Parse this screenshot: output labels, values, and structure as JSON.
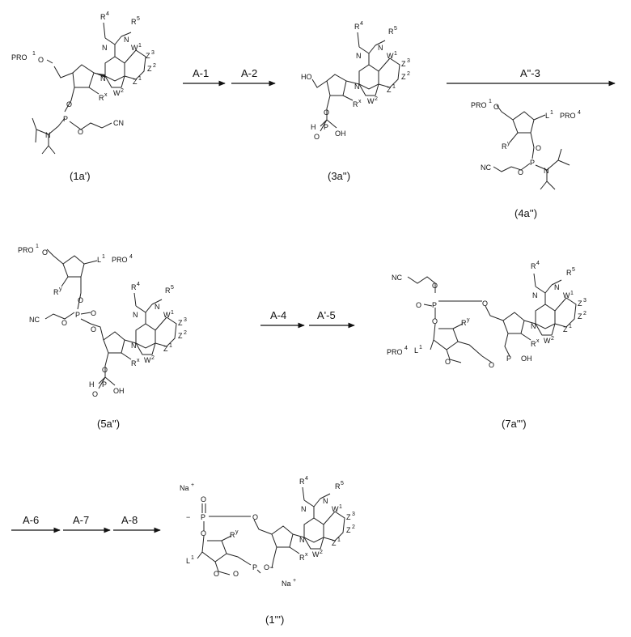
{
  "colors": {
    "ink": "#111111",
    "background": "#ffffff"
  },
  "arrows": [
    {
      "id": "row1-a",
      "steps": [
        "A-1",
        "A-2"
      ]
    },
    {
      "id": "row1-b",
      "steps": [
        "A\"-3"
      ]
    },
    {
      "id": "row2",
      "steps": [
        "A-4",
        "A'-5"
      ]
    },
    {
      "id": "row3",
      "steps": [
        "A-6",
        "A-7",
        "A-8"
      ]
    }
  ],
  "compounds": [
    {
      "id": "1a",
      "label": "(1a')",
      "atoms": {
        "pro": "PRO",
        "pro_sup": "1",
        "o5": "O",
        "r4": "R",
        "r4_sup": "4",
        "r5": "R",
        "r5_sup": "5",
        "w1": "W",
        "w1_sup": "1",
        "z3": "Z",
        "z3_sup": "3",
        "z2": "Z",
        "z2_sup": "2",
        "z1": "Z",
        "z1_sup": "1",
        "w2": "W",
        "w2_sup": "2",
        "n1": "N",
        "n2": "N",
        "n9": "N",
        "rx": "R",
        "rx_sup": "x",
        "o3": "O",
        "p": "P",
        "n": "N",
        "o": "O",
        "cn": "CN"
      }
    },
    {
      "id": "3a",
      "label": "(3a'')",
      "atoms": {
        "ho": "HO",
        "r4": "R",
        "r4_sup": "4",
        "r5": "R",
        "r5_sup": "5",
        "w1": "W",
        "w1_sup": "1",
        "z3": "Z",
        "z3_sup": "3",
        "z2": "Z",
        "z2_sup": "2",
        "z1": "Z",
        "z1_sup": "1",
        "w2": "W",
        "w2_sup": "2",
        "n1": "N",
        "n2": "N",
        "n9": "N",
        "rx": "R",
        "rx_sup": "x",
        "o3": "O",
        "h": "H",
        "p": "P",
        "o": "O",
        "oh": "OH"
      }
    },
    {
      "id": "4a",
      "label": "(4a'')",
      "atoms": {
        "pro": "PRO",
        "pro_sup": "1",
        "o5": "O",
        "l1": "L",
        "l1_sup": "1",
        "pro4": "PRO",
        "pro4_sup": "4",
        "ry": "R",
        "ry_sup": "y",
        "o3": "O",
        "p": "P",
        "n": "N",
        "nc": "NC",
        "o": "O"
      }
    },
    {
      "id": "5a",
      "label": "(5a'')",
      "atoms": {
        "pro": "PRO",
        "pro_sup": "1",
        "o5": "O",
        "l1": "L",
        "l1_sup": "1",
        "pro4": "PRO",
        "pro4_sup": "4",
        "ry": "R",
        "ry_sup": "y",
        "o3": "O",
        "p": "P",
        "o_eq": "O",
        "o_link": "O",
        "nc": "NC",
        "o": "O",
        "r4": "R",
        "r4_sup": "4",
        "r5": "R",
        "r5_sup": "5",
        "w1": "W",
        "w1_sup": "1",
        "z3": "Z",
        "z3_sup": "3",
        "z2": "Z",
        "z2_sup": "2",
        "z1": "Z",
        "z1_sup": "1",
        "w2": "W",
        "w2_sup": "2",
        "n1": "N",
        "n2": "N",
        "n9": "N",
        "rx": "R",
        "rx_sup": "x",
        "o3b": "O",
        "h": "H",
        "p2": "P",
        "o2": "O",
        "oh": "OH"
      }
    },
    {
      "id": "7a",
      "label": "(7a''')",
      "atoms": {
        "nc": "NC",
        "o1": "O",
        "o2": "O",
        "p": "P",
        "o3": "O",
        "o4": "O",
        "ry": "R",
        "ry_sup": "y",
        "pro": "PRO",
        "pro_sup": "4",
        "l1": "L",
        "l1_sup": "1",
        "o5": "O",
        "o6": "O",
        "p2": "P",
        "oh": "OH",
        "r4": "R",
        "r4_sup": "4",
        "r5": "R",
        "r5_sup": "5",
        "w1": "W",
        "w1_sup": "1",
        "z3": "Z",
        "z3_sup": "3",
        "z2": "Z",
        "z2_sup": "2",
        "z1": "Z",
        "z1_sup": "1",
        "w2": "W",
        "w2_sup": "2",
        "n1": "N",
        "n2": "N",
        "n9": "N",
        "rx": "R",
        "rx_sup": "x"
      }
    },
    {
      "id": "1final",
      "label": "(1''')",
      "atoms": {
        "na1": "Na",
        "na_sup": "+",
        "minus": "−",
        "p": "P",
        "o1": "O",
        "o2": "O",
        "o3": "O",
        "ry": "R",
        "ry_sup": "y",
        "l1": "L",
        "l1_sup": "1",
        "o4": "O",
        "o5": "O",
        "p2": "P",
        "ominus": "O−",
        "na2": "Na",
        "na2_sup": "+",
        "r4": "R",
        "r4_sup": "4",
        "r5": "R",
        "r5_sup": "5",
        "w1": "W",
        "w1_sup": "1",
        "z3": "Z",
        "z3_sup": "3",
        "z2": "Z",
        "z2_sup": "2",
        "z1": "Z",
        "z1_sup": "1",
        "w2": "W",
        "w2_sup": "2",
        "n1": "N",
        "n2": "N",
        "n9": "N",
        "rx": "R",
        "rx_sup": "x"
      }
    }
  ]
}
